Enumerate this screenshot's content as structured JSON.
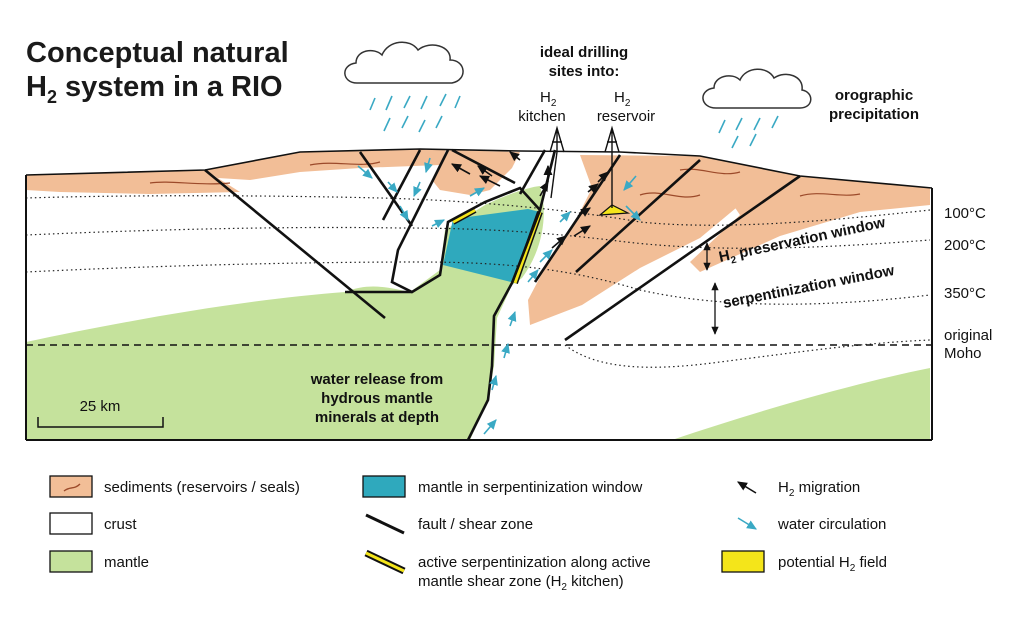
{
  "title": {
    "line1": "Conceptual natural",
    "line2_pre": "H",
    "line2_sub": "2",
    "line2_post": " system in a RIO"
  },
  "drilling": {
    "heading_line1": "ideal drilling",
    "heading_line2": "sites into:",
    "kitchen": {
      "pre": "H",
      "sub": "2",
      "word": "kitchen"
    },
    "reservoir": {
      "pre": "H",
      "sub": "2",
      "word": "reservoir"
    }
  },
  "orographic": {
    "line1": "orographic",
    "line2": "precipitation"
  },
  "temperatures": [
    "100°C",
    "200°C",
    "350°C"
  ],
  "moho": {
    "line1": "original",
    "line2": "Moho"
  },
  "windows": {
    "preservation": {
      "pre": "H",
      "sub": "2",
      "post": " preservation window"
    },
    "serpentinization": "serpentinization window"
  },
  "water_release": [
    "water release from",
    "hydrous mantle",
    "minerals at depth"
  ],
  "scale_bar": "25 km",
  "legend": {
    "sediments": "sediments (reservoirs / seals)",
    "crust": "crust",
    "mantle": "mantle",
    "mantle_serp": "mantle in serpentinization window",
    "fault": "fault / shear zone",
    "active_line1": "active serpentinization along active",
    "active_line2_pre": "mantle shear zone (H",
    "active_line2_sub": "2",
    "active_line2_post": " kitchen)",
    "h2_migration": {
      "pre": "H",
      "sub": "2",
      "post": " migration"
    },
    "water_circulation": "water circulation",
    "potential_field": {
      "pre": "potential H",
      "sub": "2",
      "post": " field"
    }
  },
  "colors": {
    "sediment": "#f2be97",
    "mantle": "#c5e29c",
    "serpentinization": "#2fa9bd",
    "active_zone": "#f4e51a",
    "water_arrow": "#3aa9c4",
    "fault": "#111111"
  }
}
